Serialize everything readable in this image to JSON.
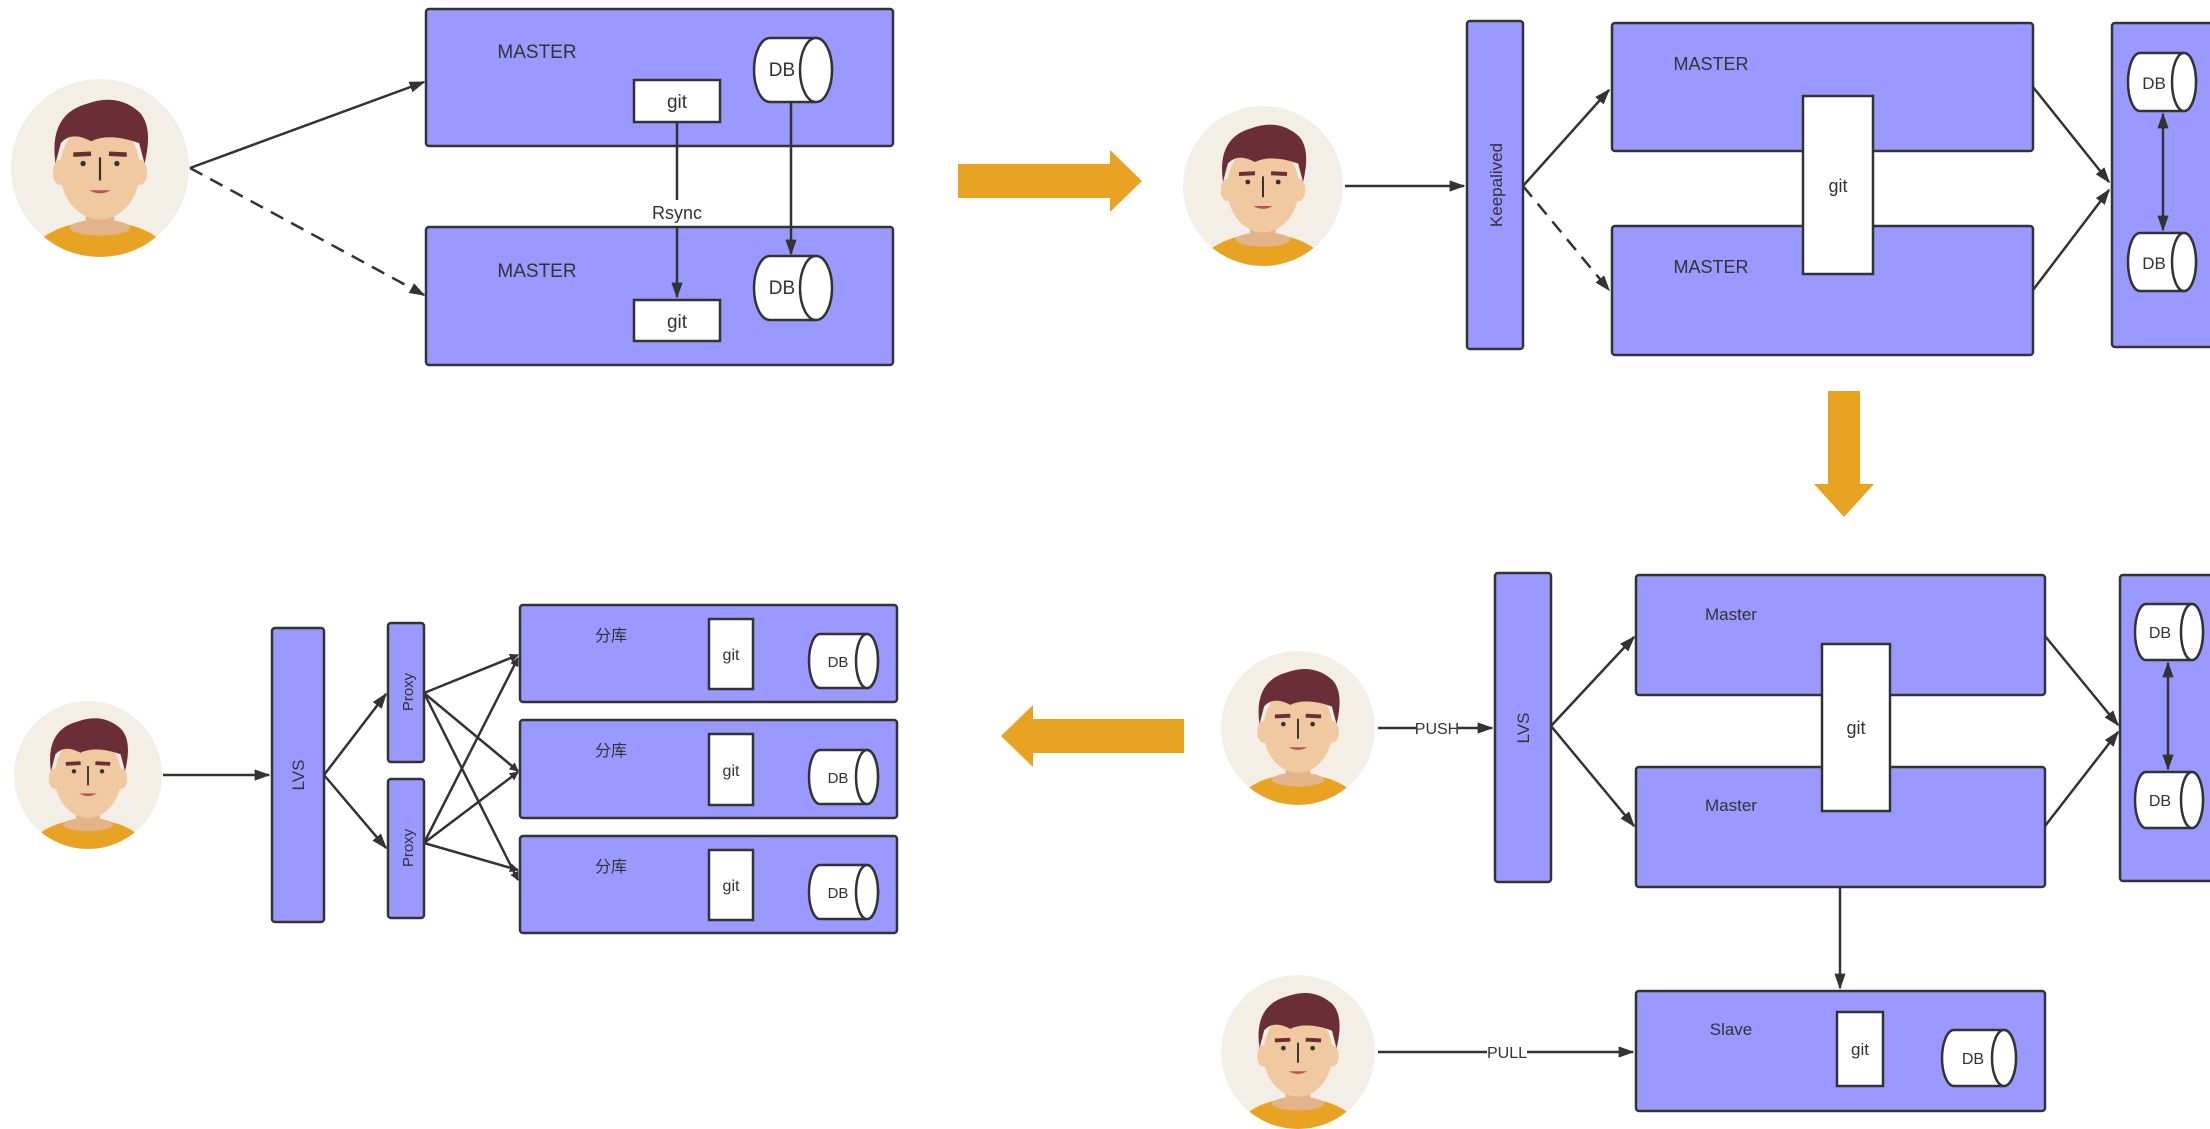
{
  "colors": {
    "node_fill": "#9999ff",
    "node_stroke": "#333333",
    "flow_arrow": "#e8a323",
    "avatar_bg": "#f4efe6",
    "skin": "#f1c9a0",
    "hair": "#6b2d37",
    "shirt": "#e8a323"
  },
  "stage1": {
    "master_top": "MASTER",
    "master_bottom": "MASTER",
    "git_top": "git",
    "git_bottom": "git",
    "db_top": "DB",
    "db_bottom": "DB",
    "rsync": "Rsync"
  },
  "stage2": {
    "keepalived": "Keepalived",
    "master_top": "MASTER",
    "master_bottom": "MASTER",
    "git": "git",
    "db_top": "DB",
    "db_bottom": "DB"
  },
  "stage3": {
    "lvs": "LVS",
    "push": "PUSH",
    "pull": "PULL",
    "master_top": "Master",
    "master_bottom": "Master",
    "git": "git",
    "db_top": "DB",
    "db_bottom": "DB",
    "slave": "Slave",
    "slave_git": "git",
    "slave_db": "DB"
  },
  "stage4": {
    "lvs": "LVS",
    "proxy_top": "Proxy",
    "proxy_bottom": "Proxy",
    "shards": [
      {
        "label": "分库",
        "git": "git",
        "db": "DB"
      },
      {
        "label": "分库",
        "git": "git",
        "db": "DB"
      },
      {
        "label": "分库",
        "git": "git",
        "db": "DB"
      }
    ]
  }
}
